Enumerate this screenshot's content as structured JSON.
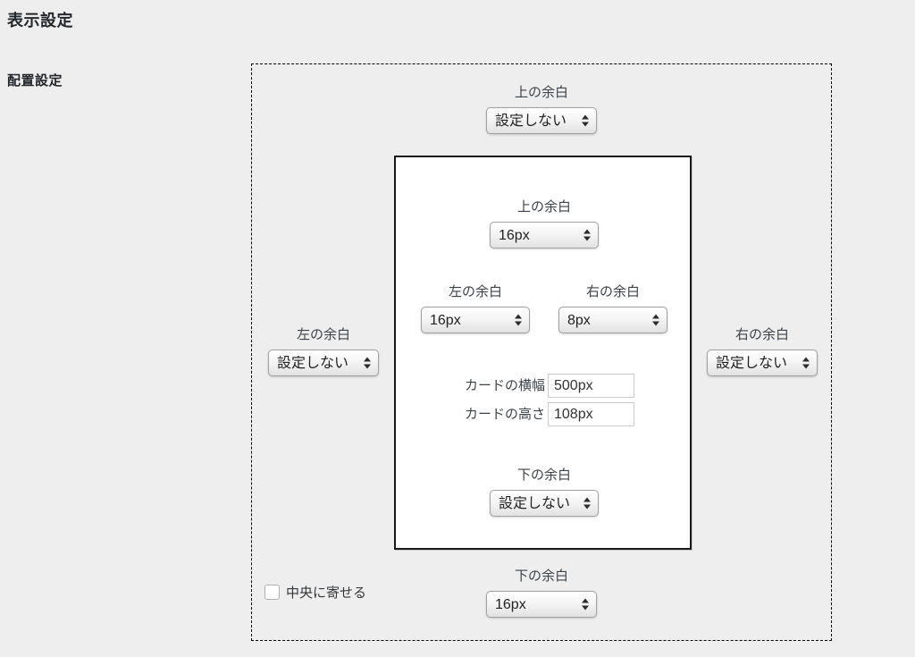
{
  "page": {
    "title": "表示設定",
    "section_label": "配置設定"
  },
  "colors": {
    "page_bg": "#eeeeee",
    "heading_text": "#23282d",
    "label_text": "#3c434a",
    "dashed_border": "#000000",
    "inner_box_bg": "#ffffff",
    "inner_box_border": "#1a1a1a",
    "select_border": "#a1a1a1",
    "input_border": "#cccccc"
  },
  "outer_margins": {
    "top": {
      "label": "上の余白",
      "selected": "設定しない"
    },
    "left": {
      "label": "左の余白",
      "selected": "設定しない"
    },
    "right": {
      "label": "右の余白",
      "selected": "設定しない"
    },
    "bottom": {
      "label": "下の余白",
      "selected": "16px"
    },
    "center_checkbox": {
      "label": "中央に寄せる",
      "checked": false
    }
  },
  "card": {
    "inner_margins": {
      "top": {
        "label": "上の余白",
        "selected": "16px"
      },
      "left": {
        "label": "左の余白",
        "selected": "16px"
      },
      "right": {
        "label": "右の余白",
        "selected": "8px"
      },
      "bottom": {
        "label": "下の余白",
        "selected": "設定しない"
      }
    },
    "width": {
      "label": "カードの横幅",
      "value": "500px"
    },
    "height": {
      "label": "カードの高さ",
      "value": "108px"
    }
  }
}
